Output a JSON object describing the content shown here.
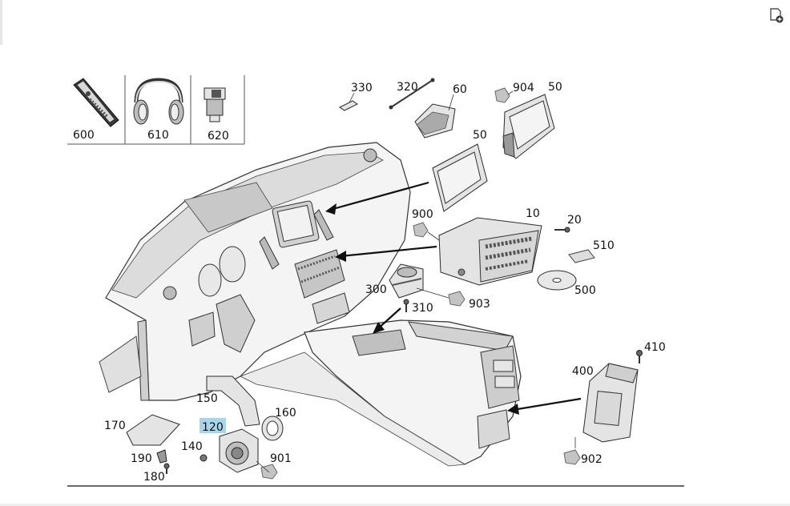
{
  "toolbar": {
    "icon": "add-to-document-icon"
  },
  "diagram": {
    "callouts": {
      "c600": "600",
      "c610": "610",
      "c620": "620",
      "c330": "330",
      "c320": "320",
      "c60": "60",
      "c904": "904",
      "c50a": "50",
      "c50b": "50",
      "c900": "900",
      "c10": "10",
      "c20": "20",
      "c510": "510",
      "c500": "500",
      "c300": "300",
      "c310": "310",
      "c903": "903",
      "c410": "410",
      "c400": "400",
      "c902": "902",
      "c150": "150",
      "c160": "160",
      "c170": "170",
      "c120": "120",
      "c140": "140",
      "c190": "190",
      "c180": "180",
      "c901": "901"
    },
    "highlighted_callout": "120",
    "highlight_color": "#a9d5ea"
  }
}
